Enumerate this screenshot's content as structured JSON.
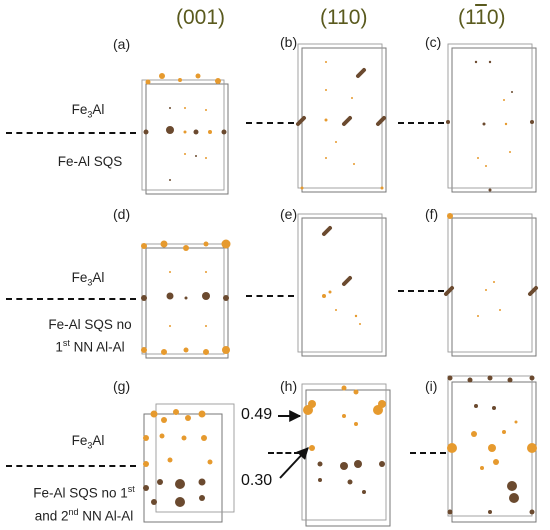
{
  "column_headers": [
    {
      "text": "(001)"
    },
    {
      "pre": "(1",
      "bar": "1",
      "post": "0)",
      "display": "(110)"
    },
    {
      "pre": "(1",
      "bar": "1",
      "post": "0)",
      "display": "(1-10)"
    }
  ],
  "panels": [
    "(a)",
    "(b)",
    "(c)",
    "(d)",
    "(e)",
    "(f)",
    "(g)",
    "(h)",
    "(i)"
  ],
  "rows": [
    {
      "top_base": "Fe",
      "top_sub": "3",
      "top_tail": "Al",
      "bottom_lines": [
        "Fe-Al SQS"
      ]
    },
    {
      "top_base": "Fe",
      "top_sub": "3",
      "top_tail": "Al",
      "bottom_lines": [
        "Fe-Al SQS no",
        "1st NN Al-Al"
      ]
    },
    {
      "top_base": "Fe",
      "top_sub": "3",
      "top_tail": "Al",
      "bottom_lines": [
        "Fe-Al SQS no 1st",
        "and 2nd NN Al-Al"
      ]
    }
  ],
  "annotations": {
    "upper": "0.49",
    "lower": "0.30"
  },
  "colors": {
    "al_atom": "#e69a2e",
    "fe_atom": "#6b4a2f",
    "box": "#777777"
  }
}
